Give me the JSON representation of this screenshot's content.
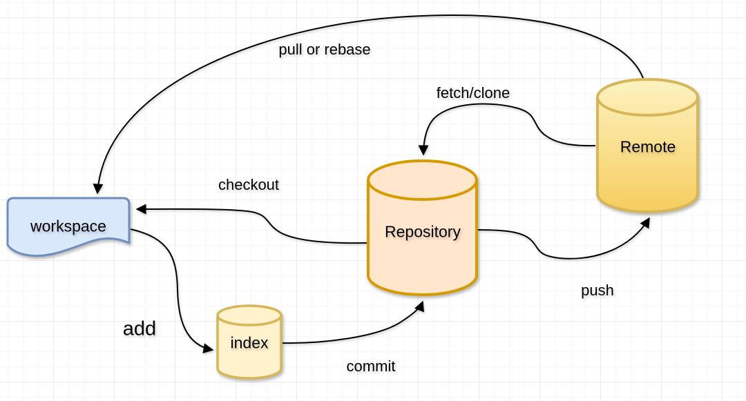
{
  "nodes": {
    "workspace": {
      "label": "workspace",
      "shape": "document",
      "fill": "#dae8fc",
      "stroke": "#6c8ebf"
    },
    "index": {
      "label": "index",
      "shape": "cylinder",
      "fill": "#fff2cc",
      "stroke": "#d6b656"
    },
    "repository": {
      "label": "Repository",
      "shape": "cylinder",
      "fill": "#ffe6cc",
      "stroke": "#d79b00"
    },
    "remote": {
      "label": "Remote",
      "shape": "cylinder",
      "fill_gradient_top": "#fdf2c1",
      "fill_gradient_bottom": "#f6cd5f",
      "stroke": "#d6b656"
    }
  },
  "edges": {
    "pull_or_rebase": {
      "label": "pull or rebase",
      "from": "remote",
      "to": "workspace"
    },
    "fetch_clone": {
      "label": "fetch/clone",
      "from": "remote",
      "to": "repository"
    },
    "checkout": {
      "label": "checkout",
      "from": "repository",
      "to": "workspace"
    },
    "add": {
      "label": "add",
      "from": "workspace",
      "to": "index"
    },
    "commit": {
      "label": "commit",
      "from": "index",
      "to": "repository"
    },
    "push": {
      "label": "push",
      "from": "repository",
      "to": "remote"
    }
  },
  "edge_color": "#000000",
  "background": {
    "color": "#ffffff",
    "grid_minor": "#f7f7f7",
    "grid_major": "#ececec"
  }
}
